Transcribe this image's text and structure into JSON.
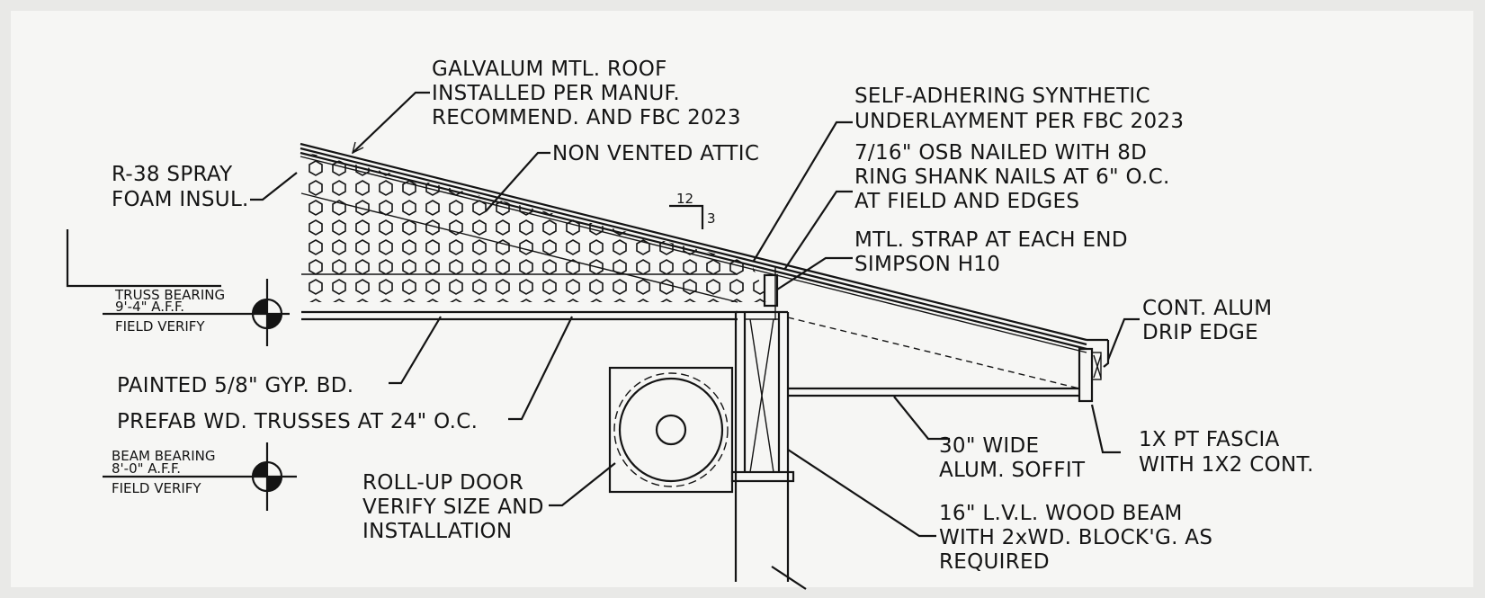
{
  "callouts": {
    "roof": [
      "GALVALUM MTL. ROOF",
      "INSTALLED PER MANUF.",
      "RECOMMEND. AND FBC 2023"
    ],
    "attic": "NON VENTED ATTIC",
    "insulation": [
      "R-38 SPRAY",
      "FOAM INSUL."
    ],
    "underlayment": [
      "SELF-ADHERING SYNTHETIC",
      "UNDERLAYMENT PER FBC 2023"
    ],
    "osb": [
      "7/16\" OSB NAILED WITH 8D",
      "RING SHANK NAILS AT 6\" O.C.",
      "AT FIELD AND EDGES"
    ],
    "strap": [
      "MTL. STRAP AT EACH END",
      "SIMPSON H10"
    ],
    "drip": [
      "CONT. ALUM",
      "DRIP EDGE"
    ],
    "gyp": "PAINTED 5/8\" GYP. BD.",
    "trusses": "PREFAB WD. TRUSSES AT 24\" O.C.",
    "soffit": [
      "30\" WIDE",
      "ALUM. SOFFIT"
    ],
    "fascia": [
      "1X PT FASCIA",
      "WITH 1X2 CONT."
    ],
    "door": [
      "ROLL-UP DOOR",
      "VERIFY SIZE AND",
      "INSTALLATION"
    ],
    "beam": [
      "16\" L.V.L. WOOD BEAM",
      "WITH 2xWD. BLOCK'G. AS",
      "REQUIRED"
    ]
  },
  "slope": {
    "run": "12",
    "rise": "3"
  },
  "levels": {
    "truss": [
      "TRUSS BEARING",
      "9'-4\" A.F.F.",
      "FIELD VERIFY"
    ],
    "beam": [
      "BEAM BEARING",
      "8'-0\" A.F.F.",
      "FIELD VERIFY"
    ]
  }
}
